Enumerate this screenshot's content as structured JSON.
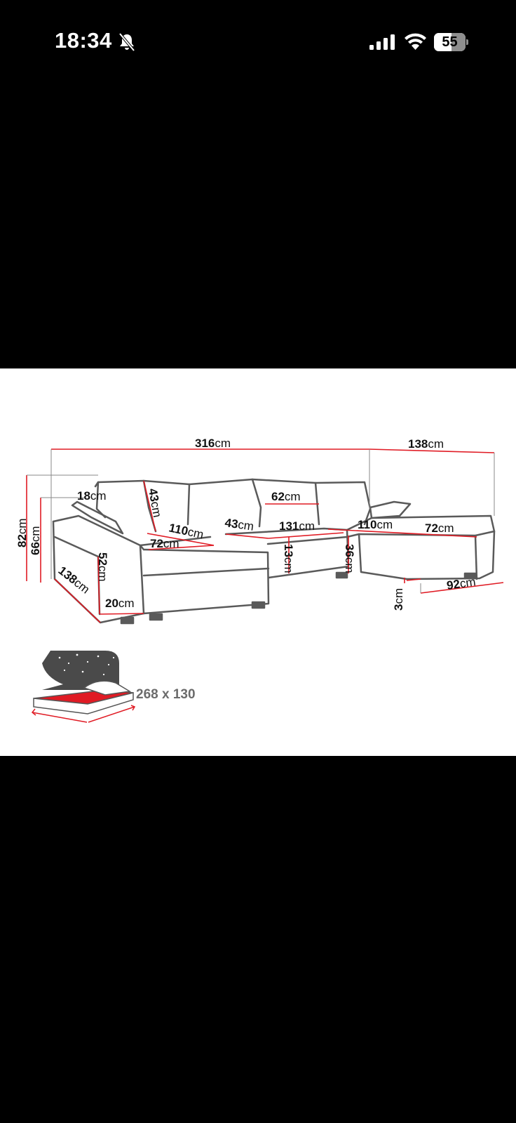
{
  "status_bar": {
    "time": "18:34",
    "mute_icon": "bell-slash-icon",
    "signal_icon": "cellular-signal-icon",
    "wifi_icon": "wifi-icon",
    "battery_level": "55",
    "battery_percent": 55
  },
  "diagram": {
    "dimensions": {
      "total_width": {
        "value": "316",
        "unit": "cm"
      },
      "chaise_width": {
        "value": "138",
        "unit": "cm"
      },
      "back_cushion": {
        "value": "18",
        "unit": "cm"
      },
      "back_height": {
        "value": "43",
        "unit": "cm"
      },
      "back_cushion_width": {
        "value": "62",
        "unit": "cm"
      },
      "total_height": {
        "value": "82",
        "unit": "cm"
      },
      "armrest_height": {
        "value": "66",
        "unit": "cm"
      },
      "left_seat_depth": {
        "value": "110",
        "unit": "cm"
      },
      "center_seat_gap": {
        "value": "43",
        "unit": "cm"
      },
      "center_width": {
        "value": "131",
        "unit": "cm"
      },
      "right_seat_depth": {
        "value": "110",
        "unit": "cm"
      },
      "right_seat_width": {
        "value": "72",
        "unit": "cm"
      },
      "left_seat_width": {
        "value": "72",
        "unit": "cm"
      },
      "seat_height": {
        "value": "52",
        "unit": "cm"
      },
      "center_height": {
        "value": "13",
        "unit": "cm"
      },
      "right_height": {
        "value": "36",
        "unit": "cm"
      },
      "left_depth": {
        "value": "138",
        "unit": "cm"
      },
      "armrest_width": {
        "value": "20",
        "unit": "cm"
      },
      "leg_height": {
        "value": "3",
        "unit": "cm"
      },
      "chaise_depth": {
        "value": "92",
        "unit": "cm"
      }
    },
    "bed_size": "268 x 130"
  }
}
